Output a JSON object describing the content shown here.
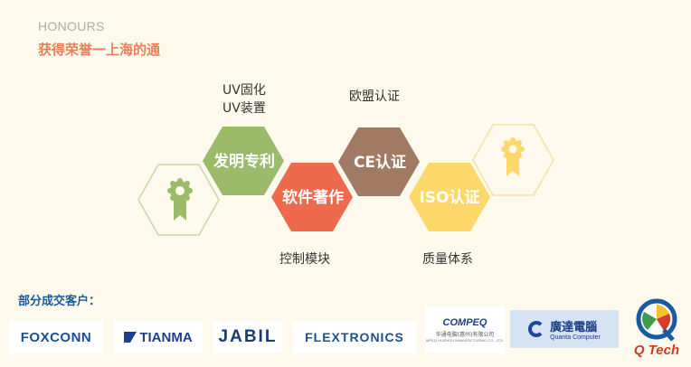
{
  "header": {
    "subtitle": "HONOURS",
    "title": "获得荣誉一上海的通"
  },
  "honours": {
    "patent_label": "发明专利",
    "software_label": "软件著作",
    "ce_label": "CE认证",
    "iso_label": "ISO认证",
    "caption_uv_line1": "UV固化",
    "caption_uv_line2": "UV装置",
    "caption_eu": "欧盟认证",
    "caption_control": "控制模块",
    "caption_quality": "质量体系",
    "colors": {
      "patent": "#9bbb6b",
      "software": "#ee6a4d",
      "ce": "#a07a63",
      "iso": "#fed86a",
      "outline": "#c9d9a6"
    },
    "icons": [
      "award-badge-icon",
      "award-badge-icon"
    ]
  },
  "customers": {
    "label": "部分成交客户：",
    "logos": {
      "foxconn": "FOXCONN",
      "tianma": "TIANMA",
      "jabil": "JABIL",
      "flextronics": "FLEXTRONICS",
      "compeq_name": "COMPEQ",
      "compeq_cn": "华通电脑(惠州)有限公司",
      "compeq_en": "MPEQ HUIZHOU MANUFACTURING CO., LTD.",
      "quanta_cn": "廣達電腦",
      "quanta_en": "Quanta Computer",
      "qtech": "Q Tech"
    }
  }
}
